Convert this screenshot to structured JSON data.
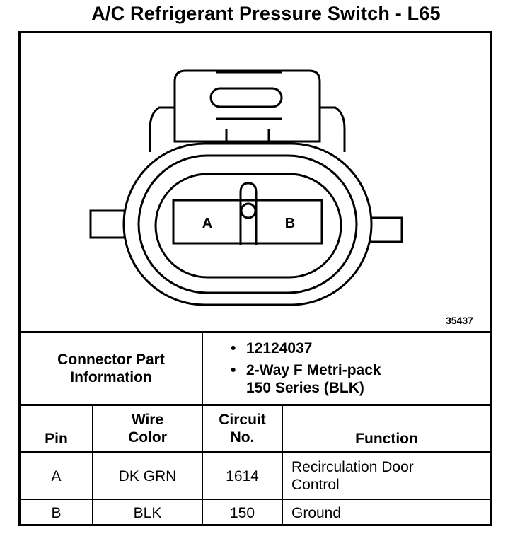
{
  "title": "A/C Refrigerant Pressure Switch - L65",
  "diagram": {
    "pin_labels": [
      "A",
      "B"
    ],
    "reference_number": "35437"
  },
  "connector_info": {
    "label_line1": "Connector Part",
    "label_line2": "Information",
    "items": [
      {
        "lines": [
          "12124037"
        ]
      },
      {
        "lines": [
          "2-Way F Metri-pack",
          "150 Series (BLK)"
        ]
      }
    ]
  },
  "table": {
    "headers": [
      {
        "lines": [
          "Pin"
        ]
      },
      {
        "lines": [
          "Wire",
          "Color"
        ]
      },
      {
        "lines": [
          "Circuit",
          "No."
        ]
      },
      {
        "lines": [
          "Function"
        ]
      }
    ],
    "rows": [
      {
        "pin": "A",
        "wire_color": "DK GRN",
        "circuit": "1614",
        "function_lines": [
          "Recirculation Door",
          "Control"
        ]
      },
      {
        "pin": "B",
        "wire_color": "BLK",
        "circuit": "150",
        "function_lines": [
          "Ground"
        ]
      }
    ]
  }
}
